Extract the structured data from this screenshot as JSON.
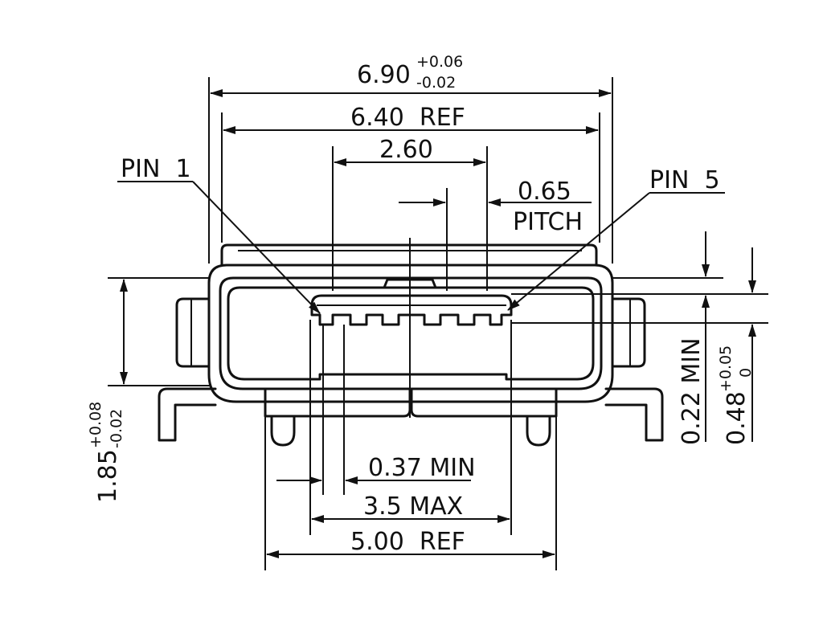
{
  "labels": {
    "overall_width": "6.90",
    "overall_width_tol_plus": "+0.06",
    "overall_width_tol_minus": "-0.02",
    "ref_width": "6.40  REF",
    "contact_span": "2.60",
    "pitch_value": "0.65",
    "pitch_label": "PITCH",
    "pin1": "PIN  1",
    "pin5": "PIN  5",
    "height": "1.85",
    "height_tol_plus": "+0.08",
    "height_tol_minus": "-0.02",
    "gap_min": "0.22 MIN",
    "depth": "0.48",
    "depth_tol_plus": "+0.05",
    "depth_tol_zero": "0",
    "contact_min": "0.37 MIN",
    "opening_max": "3.5 MAX",
    "base_ref": "5.00  REF"
  }
}
